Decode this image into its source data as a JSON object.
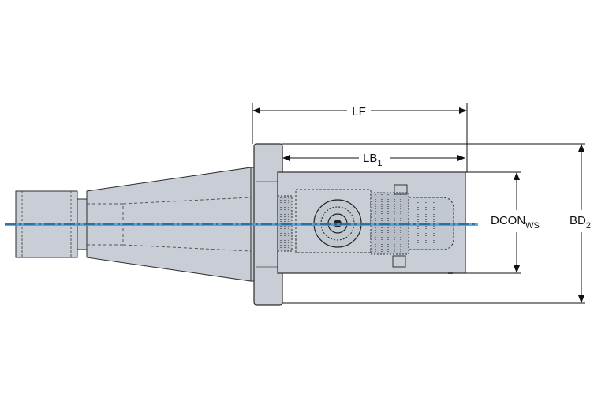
{
  "dimensions": {
    "lf": "LF",
    "lb": {
      "base": "LB",
      "sub": "1"
    },
    "dcon": {
      "base": "DCON",
      "sub": "WS"
    },
    "bd": {
      "base": "BD",
      "sub": "2"
    }
  },
  "colors": {
    "body_fill": "#c9ced6",
    "body_stroke": "#2a2a2a",
    "axis": "#3aa0e6",
    "dim_line": "#111111",
    "background": "#ffffff"
  }
}
